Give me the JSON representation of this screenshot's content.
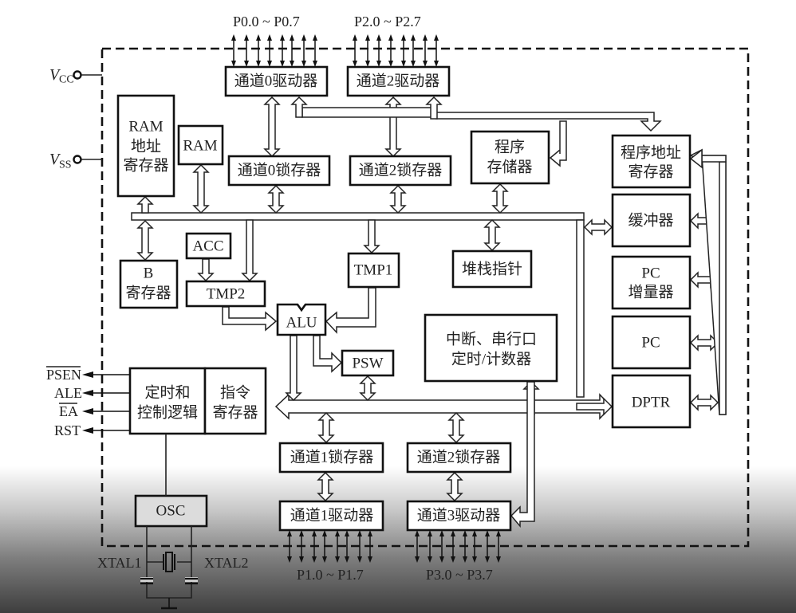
{
  "title": "8051 microcontroller internal structure block diagram",
  "pins": {
    "vcc": "V",
    "vcc_sub": "CC",
    "vss": "V",
    "vss_sub": "SS",
    "psen": "PSEN",
    "ale": "ALE",
    "ea": "EA",
    "rst": "RST",
    "xtal1": "XTAL1",
    "xtal2": "XTAL2"
  },
  "ports": {
    "p0": "P0.0 ~ P0.7",
    "p2": "P2.0 ~ P2.7",
    "p1": "P1.0 ~ P1.7",
    "p3": "P3.0 ~ P3.7"
  },
  "blocks": {
    "p0_driver": "通道0驱动器",
    "p2_driver": "通道2驱动器",
    "p0_latch": "通道0锁存器",
    "p2_latch_top": "通道2锁存器",
    "ram_addr_reg": [
      "RAM",
      "地址",
      "寄存器"
    ],
    "ram": "RAM",
    "program_memory": [
      "程序",
      "存储器"
    ],
    "program_addr_reg": [
      "程序地址",
      "寄存器"
    ],
    "buffer": "缓冲器",
    "pc_incrementer": [
      "PC",
      "增量器"
    ],
    "pc": "PC",
    "dptr": "DPTR",
    "acc": "ACC",
    "b_reg": [
      "B",
      "寄存器"
    ],
    "tmp2": "TMP2",
    "tmp1": "TMP1",
    "alu": "ALU",
    "psw": "PSW",
    "stack_pointer": "堆栈指针",
    "interrupt_serial_timer": [
      "中断、串行口",
      "定时/计数器"
    ],
    "timing_control": [
      "定时和",
      "控制逻辑"
    ],
    "instruction_reg": [
      "指令",
      "寄存器"
    ],
    "p1_latch": "通道1锁存器",
    "p2_latch_bottom": "通道2锁存器",
    "p1_driver": "通道1驱动器",
    "p3_driver": "通道3驱动器",
    "osc": "OSC"
  }
}
